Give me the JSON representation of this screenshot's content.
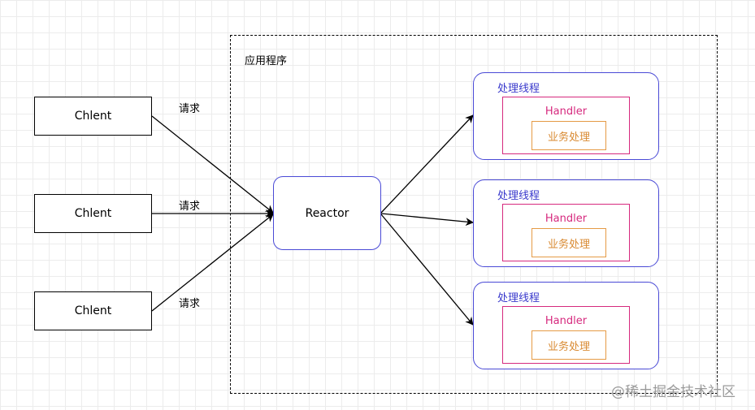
{
  "app_container": {
    "label": "应用程序"
  },
  "clients": [
    {
      "label": "Chlent",
      "request_label": "请求"
    },
    {
      "label": "Chlent",
      "request_label": "请求"
    },
    {
      "label": "Chlent",
      "request_label": "请求"
    }
  ],
  "reactor": {
    "label": "Reactor"
  },
  "threads": [
    {
      "label": "处理线程",
      "handler": "Handler",
      "task": "业务处理"
    },
    {
      "label": "处理线程",
      "handler": "Handler",
      "task": "业务处理"
    },
    {
      "label": "处理线程",
      "handler": "Handler",
      "task": "业务处理"
    }
  ],
  "watermark": "@稀土掘金技术社区",
  "colors": {
    "thread_border": "#4a4ad6",
    "handler_border": "#d6297e",
    "task_border": "#e59a45"
  }
}
